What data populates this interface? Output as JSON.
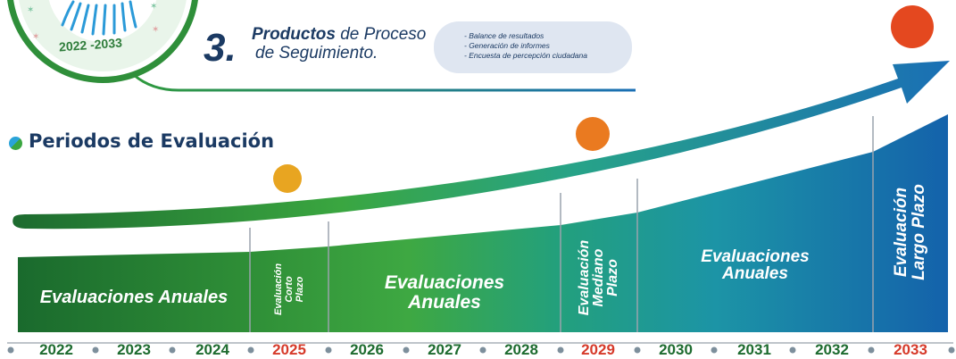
{
  "logo": {
    "years_text": "2022 -2033"
  },
  "step": {
    "number": "3.",
    "title_bold": "Productos",
    "title_rest": " de Proceso",
    "title_line2": "de Seguimiento.",
    "notes": [
      "- Balance de resultados",
      "- Generación de informes",
      "- Encuesta de percepción ciudadana"
    ]
  },
  "section": {
    "title": "Periodos de Evaluación"
  },
  "segments": [
    {
      "label": "Evaluaciones Anuales",
      "orientation": "horizontal",
      "color_from": "#1d6b2f",
      "color_to": "#2e8b3a"
    },
    {
      "label_lines": [
        "Evaluación",
        "Corto",
        "Plazo"
      ],
      "orientation": "vertical",
      "color_from": "#2e8b3a",
      "color_to": "#3aa640"
    },
    {
      "label_lines": [
        "Evaluaciones",
        "Anuales"
      ],
      "orientation": "horizontal",
      "color_from": "#38a13f",
      "color_to": "#2fa06a"
    },
    {
      "label_lines": [
        "Evaluación",
        "Mediano",
        "Plazo"
      ],
      "orientation": "vertical",
      "color_from": "#26a07a",
      "color_to": "#1e9d8e"
    },
    {
      "label_lines": [
        "Evaluaciones",
        "Anuales"
      ],
      "orientation": "horizontal",
      "color_from": "#1e9a98",
      "color_to": "#1a73b8"
    },
    {
      "label_lines": [
        "Evaluación",
        "Largo Plazo"
      ],
      "orientation": "vertical",
      "color_from": "#1a6fb5",
      "color_to": "#1565ad"
    }
  ],
  "years": [
    {
      "label": "2022",
      "highlight": false
    },
    {
      "label": "2023",
      "highlight": false
    },
    {
      "label": "2024",
      "highlight": false
    },
    {
      "label": "2025",
      "highlight": true
    },
    {
      "label": "2026",
      "highlight": false
    },
    {
      "label": "2027",
      "highlight": false
    },
    {
      "label": "2028",
      "highlight": false
    },
    {
      "label": "2029",
      "highlight": true
    },
    {
      "label": "2030",
      "highlight": false
    },
    {
      "label": "2031",
      "highlight": false
    },
    {
      "label": "2032",
      "highlight": false
    },
    {
      "label": "2033",
      "highlight": true
    }
  ],
  "colors": {
    "year_normal": "#1d6b2f",
    "year_highlight": "#d63a2a",
    "title": "#1b3a63",
    "marker_short": "#e8a521",
    "marker_medium": "#ea7a20",
    "marker_long": "#e4481f"
  }
}
